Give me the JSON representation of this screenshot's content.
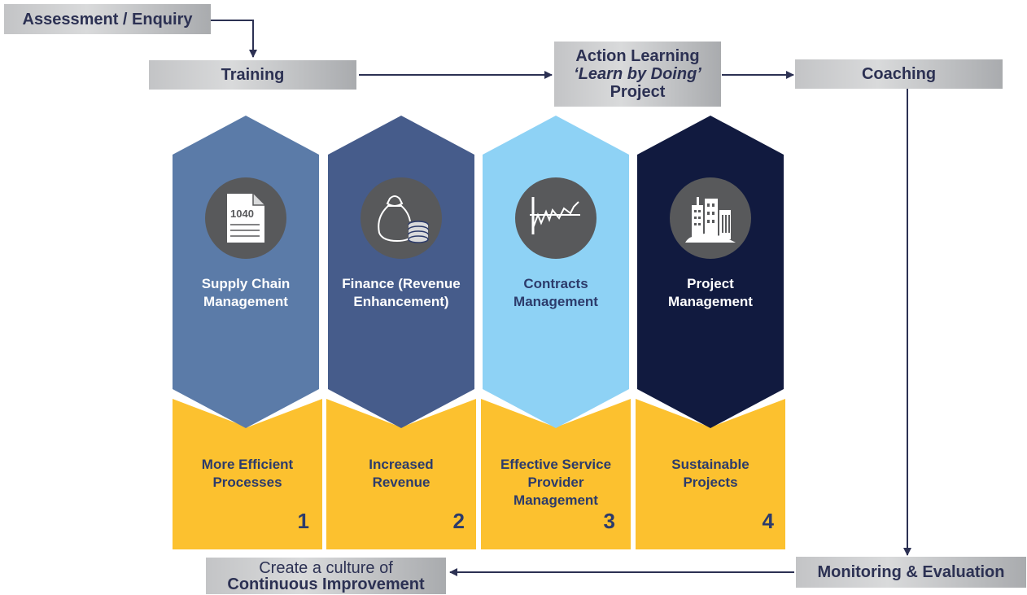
{
  "flow": {
    "assessment": "Assessment / Enquiry",
    "training": "Training",
    "action_line1": "Action Learning",
    "action_line2": "‘Learn by Doing’",
    "action_line3": "Project",
    "coaching": "Coaching",
    "monitoring": "Monitoring & Evaluation",
    "culture_line1": "Create a culture of",
    "culture_line2": "Continuous Improvement"
  },
  "columns": [
    {
      "title_line1": "Supply Chain",
      "title_line2": "Management",
      "icon": "tax-form-icon",
      "icon_text": "1040",
      "color": "#5b7ba8",
      "title_color": "#ffffff",
      "outcome_line1": "More Efficient",
      "outcome_line2": "Processes",
      "outcome_line3": "",
      "number": "1"
    },
    {
      "title_line1": "Finance (Revenue",
      "title_line2": "Enhancement)",
      "icon": "money-bag-icon",
      "color": "#465c8b",
      "title_color": "#ffffff",
      "outcome_line1": "Increased",
      "outcome_line2": "Revenue",
      "outcome_line3": "",
      "number": "2"
    },
    {
      "title_line1": "Contracts",
      "title_line2": "Management",
      "icon": "line-chart-icon",
      "color": "#8ed2f5",
      "title_color": "#2c3b6b",
      "outcome_line1": "Effective Service",
      "outcome_line2": "Provider",
      "outcome_line3": "Management",
      "number": "3"
    },
    {
      "title_line1": "Project",
      "title_line2": "Management",
      "icon": "buildings-icon",
      "color": "#111a3f",
      "title_color": "#ffffff",
      "outcome_line1": "Sustainable",
      "outcome_line2": "Projects",
      "outcome_line3": "",
      "number": "4"
    }
  ],
  "colors": {
    "outcome": "#fcc12f",
    "arrow": "#2c3153",
    "icon_circle": "#58595b"
  }
}
